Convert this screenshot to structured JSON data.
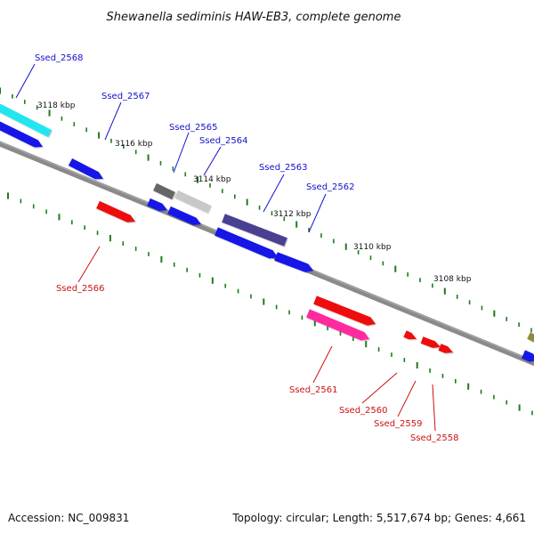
{
  "header": {
    "title": "Shewanella sediminis HAW-EB3, complete genome"
  },
  "footer": {
    "accession": "Accession: NC_009831",
    "summary": "Topology: circular; Length: 5,517,674 bp; Genes: 4,661"
  },
  "scale": {
    "ticks": [
      "3118 kbp",
      "3116 kbp",
      "3114 kbp",
      "3112 kbp",
      "3110 kbp",
      "3108 kbp"
    ]
  },
  "genes": {
    "labels": [
      "Ssed_2568",
      "Ssed_2567",
      "Ssed_2565",
      "Ssed_2564",
      "Ssed_2563",
      "Ssed_2562",
      "Ssed_2566",
      "Ssed_2561",
      "Ssed_2560",
      "Ssed_2559",
      "Ssed_2558"
    ]
  },
  "colors": {
    "backbone": "#8a8a8a",
    "tick_green": "#1f7a1f",
    "forward_blue": "#1515e8",
    "reverse_red": "#ee1111",
    "magenta": "#ff2ba0",
    "cyan": "#20e6ee",
    "dark_gray": "#666666",
    "light_gray": "#c8c8c8",
    "navy": "#4a3f92",
    "olive": "#8c8c3c",
    "label_blue": "#1111cc",
    "label_red": "#cc1111"
  }
}
